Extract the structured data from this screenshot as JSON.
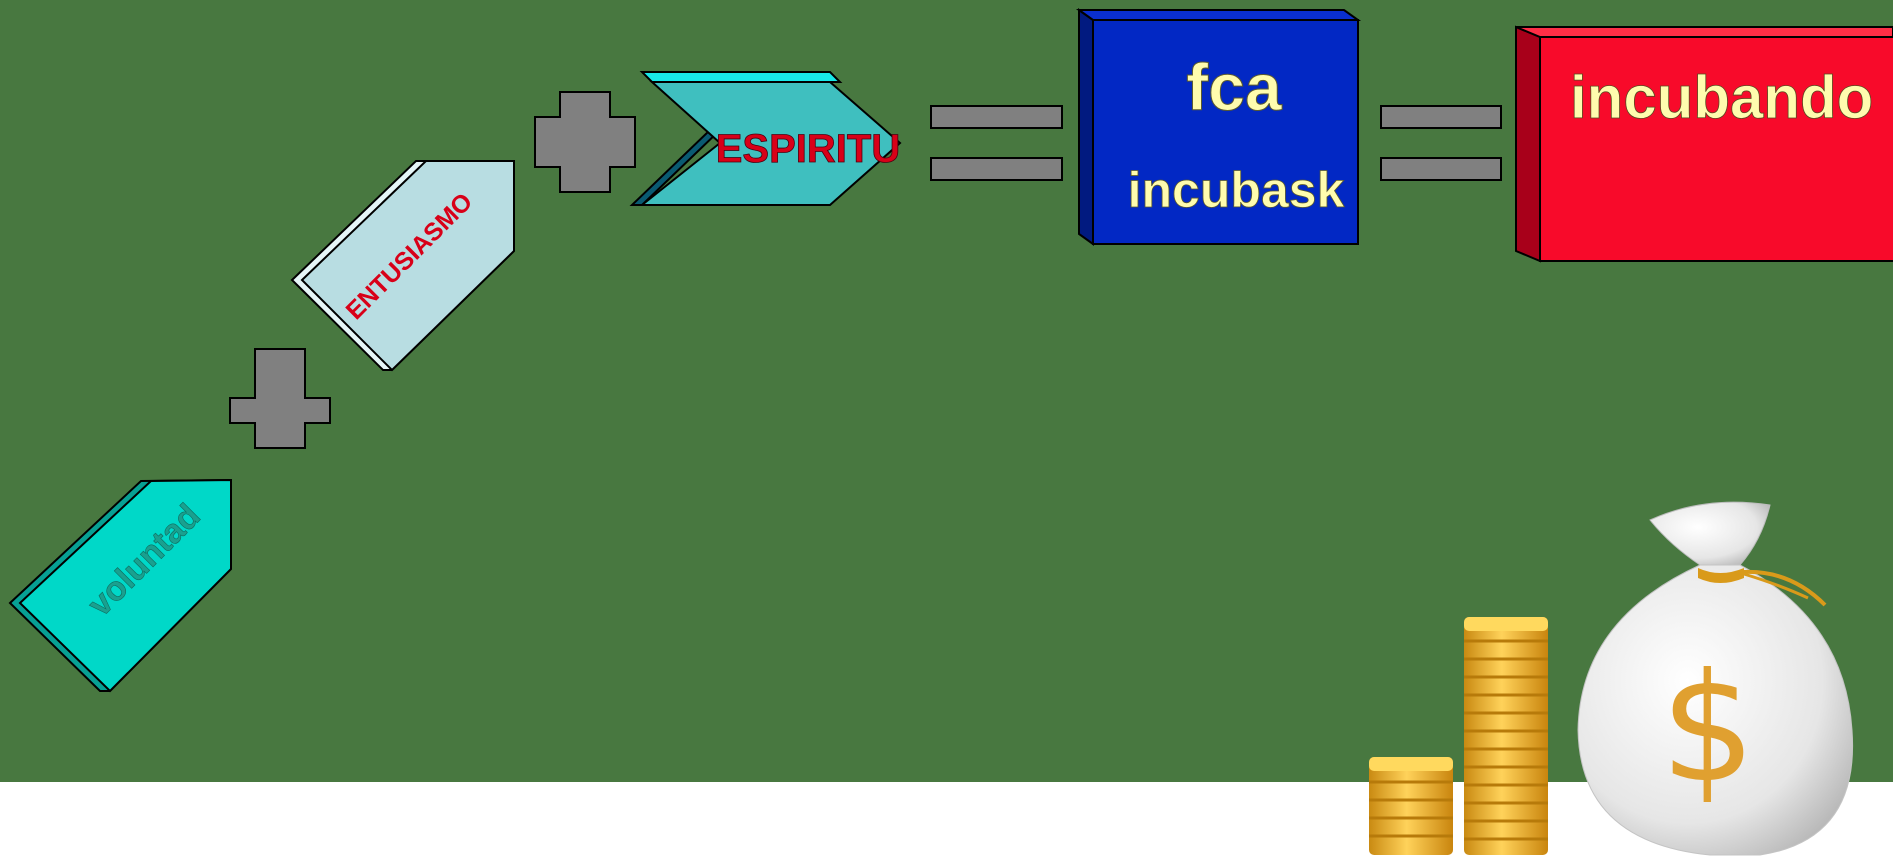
{
  "colors": {
    "background_green": "#487840",
    "bottom_band": "#ffffff",
    "voluntad_fill": "#00d8c8",
    "entusiasmo_fill": "#b8dde2",
    "espiritu_fill": "#3fbfbf",
    "operator_gray": "#808080",
    "fca_box": "#0228c4",
    "incubando_box": "#f80a2a",
    "label_red": "#d80018",
    "label_yellow": "#fffcae",
    "voluntad_text": "#1aa08f",
    "coin_gold": "#f0b528",
    "bag_white": "#e8e8e8"
  },
  "labels": {
    "voluntad": "voluntad",
    "entusiasmo": "ENTUSIASMO",
    "espiritu": "ESPIRITU",
    "fca": "fca",
    "incubask": "incubask",
    "incubando": "incubando"
  },
  "icons": {
    "plus": "plus-icon",
    "equals": "equals-icon",
    "money_bag": "money-bag-icon",
    "coin_stack": "coin-stack-icon",
    "dollar": "dollar-sign-icon"
  },
  "money_bag_symbol": "$"
}
